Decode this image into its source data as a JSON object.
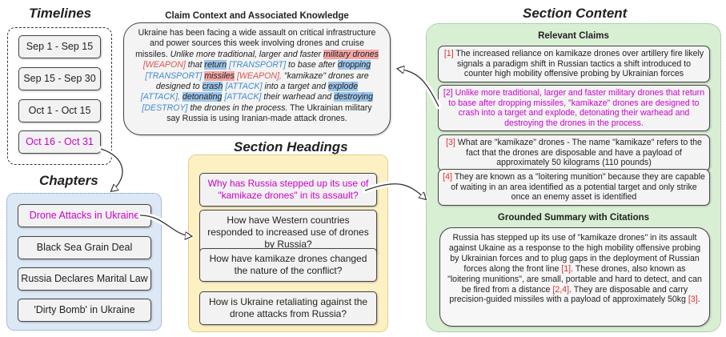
{
  "titles": {
    "timelines": "Timelines",
    "chapters": "Chapters",
    "section_headings": "Section Headings",
    "section_content": "Section Content",
    "claim_context": "Claim Context and Associated Knowledge",
    "relevant_claims": "Relevant Claims",
    "grounded_summary": "Grounded Summary with Citations"
  },
  "timelines": [
    "Sep 1 - Sep 15",
    "Sep 15 - Sep 30",
    "Oct 1 - Oct 15",
    "Oct 16 - Oct 31"
  ],
  "chapters": [
    "Drone Attacks in Ukraine",
    "Black Sea Grain Deal",
    "Russia Declares Marital Law",
    "'Dirty Bomb' in Ukraine"
  ],
  "headings": [
    "Why has Russia stepped up its use of \"kamikaze drones\" in its assault?",
    "How have Western countries responded to increased use of drones by Russia?",
    "How have kamikaze drones changed the nature of the conflict?",
    "How is Ukraine retaliating against the drone attacks from Russia?"
  ],
  "context": {
    "s1": "Ukraine has been facing a wide assault on critical infrastructure and power sources this week involving drones and cruise missiles.",
    "s2a": "Unlike more traditional, larger and faster",
    "e1": "military drones",
    "t1": "[WEAPON]",
    "s2b": "that",
    "e2": "return",
    "t2": "[TRANSPORT]",
    "s2c": "to base after",
    "e3": "dropping",
    "t3": "[TRANSPORT]",
    "e4": "missiles",
    "t4": "[WEAPON],",
    "s2d": "\"kamikaze\" drones are designed to",
    "e5": "crash",
    "t5": "[ATTACK]",
    "s2e": "into a target and",
    "e6": "explode",
    "t6": "[ATTACK],",
    "e7": "detonating",
    "t7": "[ATTACK]",
    "s2f": "their warhead and",
    "e8": "destroying",
    "t8": "[DESTROY]",
    "s2g": "the drones in the process.",
    "s3": "The Ukrainian  military say Russia is using Iranian-made attack drones."
  },
  "claims": [
    {
      "num": "[1]",
      "text": "The increased reliance on kamikaze drones over artillery fire likely signals a paradigm shift in Russian tactics a shift introduced to counter high mobility offensive probing by Ukrainian forces"
    },
    {
      "num": "[2]",
      "text": "Unlike more traditional, larger and faster military drones that return to base after dropping missiles, \"kamikaze\" drones are designed to crash into a target and explode, detonating their warhead and destroying the drones in the process."
    },
    {
      "num": "[3]",
      "text": "What are \"kamikaze\" drones - The name \"kamikaze\" refers to the fact that the drones are disposable and have a payload of approximately 50 kilograms (110 pounds)"
    },
    {
      "num": "[4]",
      "text": "They are known as a \"loitering munition\" because they are capable of waiting in an area identified as a potential target and only strike once an enemy asset is identified"
    }
  ],
  "summary": {
    "p1": "Russia has stepped up its use of \"kamikaze drones\" in its assault against Ukaine as a response to the high mobility offensive probing by Ukrainian forces and to plug gaps in the deployment of Russian forces along the front line",
    "c1": "[1]",
    "p2": ". These drones, also known as \"loitering munitions\", are small, portable and hard to detect, and can be fired from a distance",
    "c2": "[2,4]",
    "p3": ". They are disposable and carry precision-guided missiles with a payload of approximately 50kg",
    "c3": "[3]",
    "p4": "."
  },
  "colors": {
    "highlight_magenta": "#cc00cc",
    "citation_red": "#e03030",
    "weapon_highlight": "#f4a6a6",
    "attack_highlight": "#9cc4ea",
    "chapters_bg": "#dce8f6",
    "headings_bg": "#fdf1c4",
    "content_bg": "#d9efd4"
  }
}
